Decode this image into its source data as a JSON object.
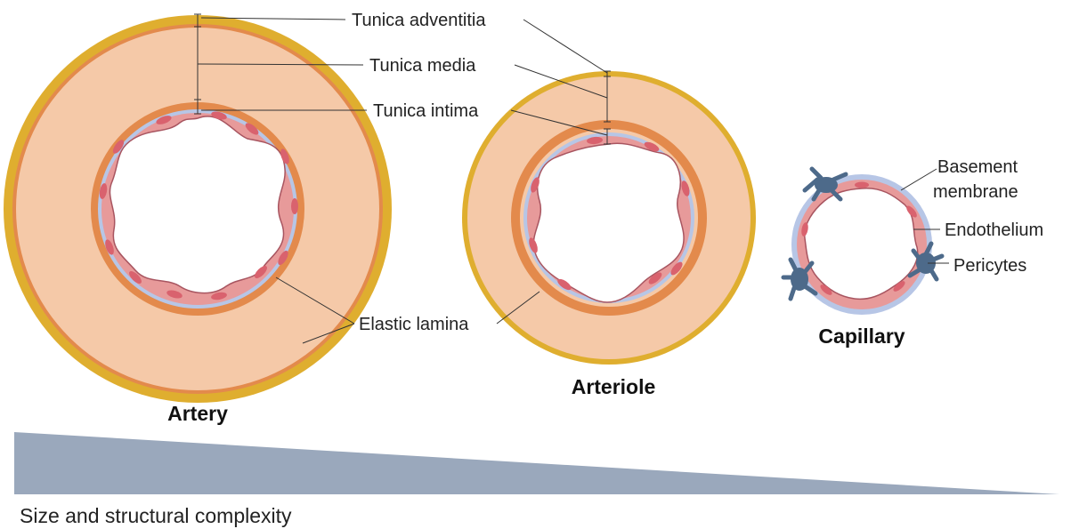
{
  "vessels": [
    {
      "id": "artery",
      "title": "Artery"
    },
    {
      "id": "arteriole",
      "title": "Arteriole"
    },
    {
      "id": "capillary",
      "title": "Capillary"
    }
  ],
  "labels": {
    "tunica_adventitia": "Tunica adventitia",
    "tunica_media": "Tunica media",
    "tunica_intima": "Tunica intima",
    "elastic_lamina": "Elastic lamina",
    "basement_membrane_line1": "Basement",
    "basement_membrane_line2": "membrane",
    "endothelium": "Endothelium",
    "pericytes": "Pericytes"
  },
  "gradient_caption": "Size and structural complexity",
  "colors": {
    "adventitia": "#dfae2f",
    "media": "#f5c9a8",
    "elastic_lamina": "#e38a4c",
    "basement_membrane": "#b7c6e6",
    "endothelium": "#e79a9a",
    "endothelial_nucleus": "#d9626e",
    "pericyte": "#4d6a8a",
    "wedge": "#9aa8bc"
  }
}
